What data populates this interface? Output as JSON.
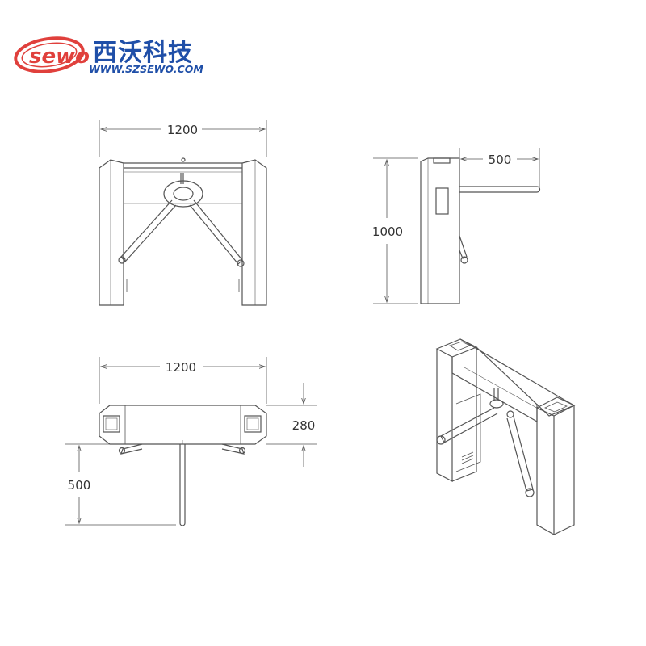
{
  "brand": {
    "logo_text": "sewo",
    "name_cn": "西沃科技",
    "url": "WWW.SZSEWO.COM",
    "colors": {
      "brand_blue": "#1f4fa8",
      "brand_red": "#e0403c"
    }
  },
  "drawing": {
    "front_view": {
      "width_dim": "1200"
    },
    "side_view": {
      "height_dim": "1000",
      "arm_dim": "500"
    },
    "top_view": {
      "width_dim": "1200",
      "depth_dim": "280",
      "arm_dim": "500"
    },
    "line_color": "#555555"
  }
}
